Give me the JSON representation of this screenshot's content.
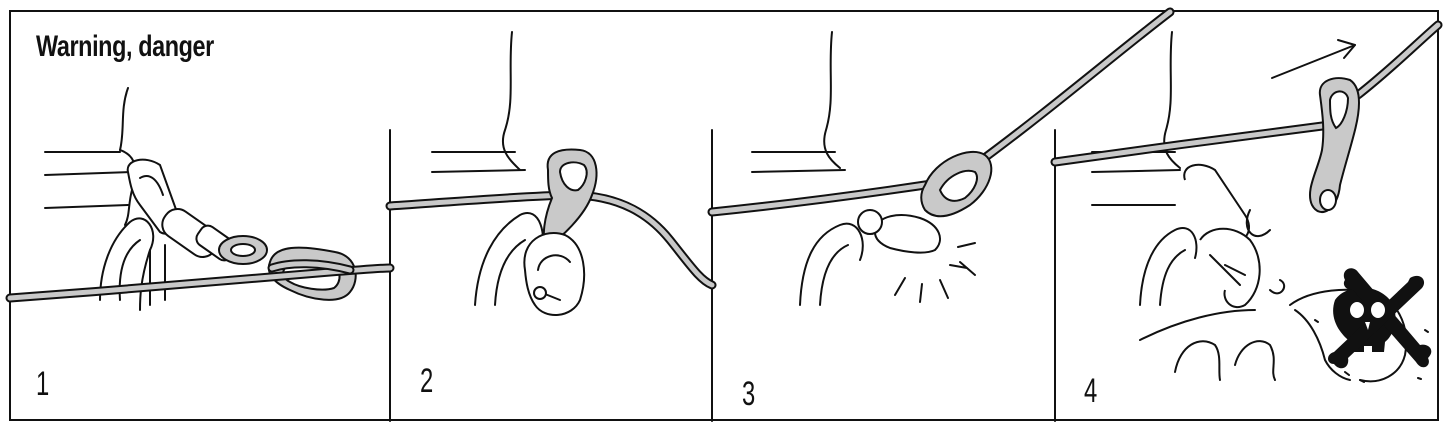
{
  "title": "Warning, danger",
  "panels": [
    {
      "number": "1"
    },
    {
      "number": "2"
    },
    {
      "number": "3"
    },
    {
      "number": "4"
    }
  ],
  "colors": {
    "ink": "#111111",
    "rope": "#c9c9c9",
    "background": "#ffffff"
  },
  "icons": [
    "skull-crossbones-icon",
    "arrow-icon",
    "impact-burst-icon"
  ]
}
